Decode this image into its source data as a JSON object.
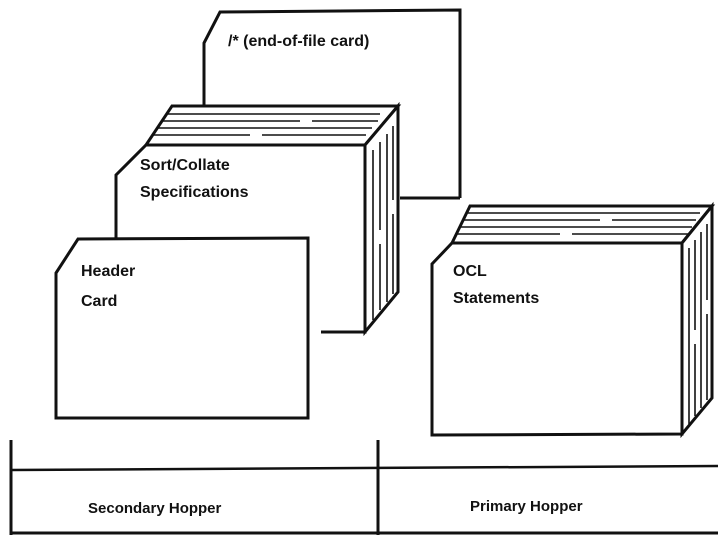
{
  "cards": {
    "eof_label": "/* (end-of-file card)",
    "sort_line1": "Sort/Collate",
    "sort_line2": "Specifications",
    "header_line1": "Header",
    "header_line2": "Card",
    "ocl_line1": "OCL",
    "ocl_line2": "Statements"
  },
  "hoppers": {
    "secondary_label": "Secondary Hopper",
    "primary_label": "Primary Hopper"
  }
}
